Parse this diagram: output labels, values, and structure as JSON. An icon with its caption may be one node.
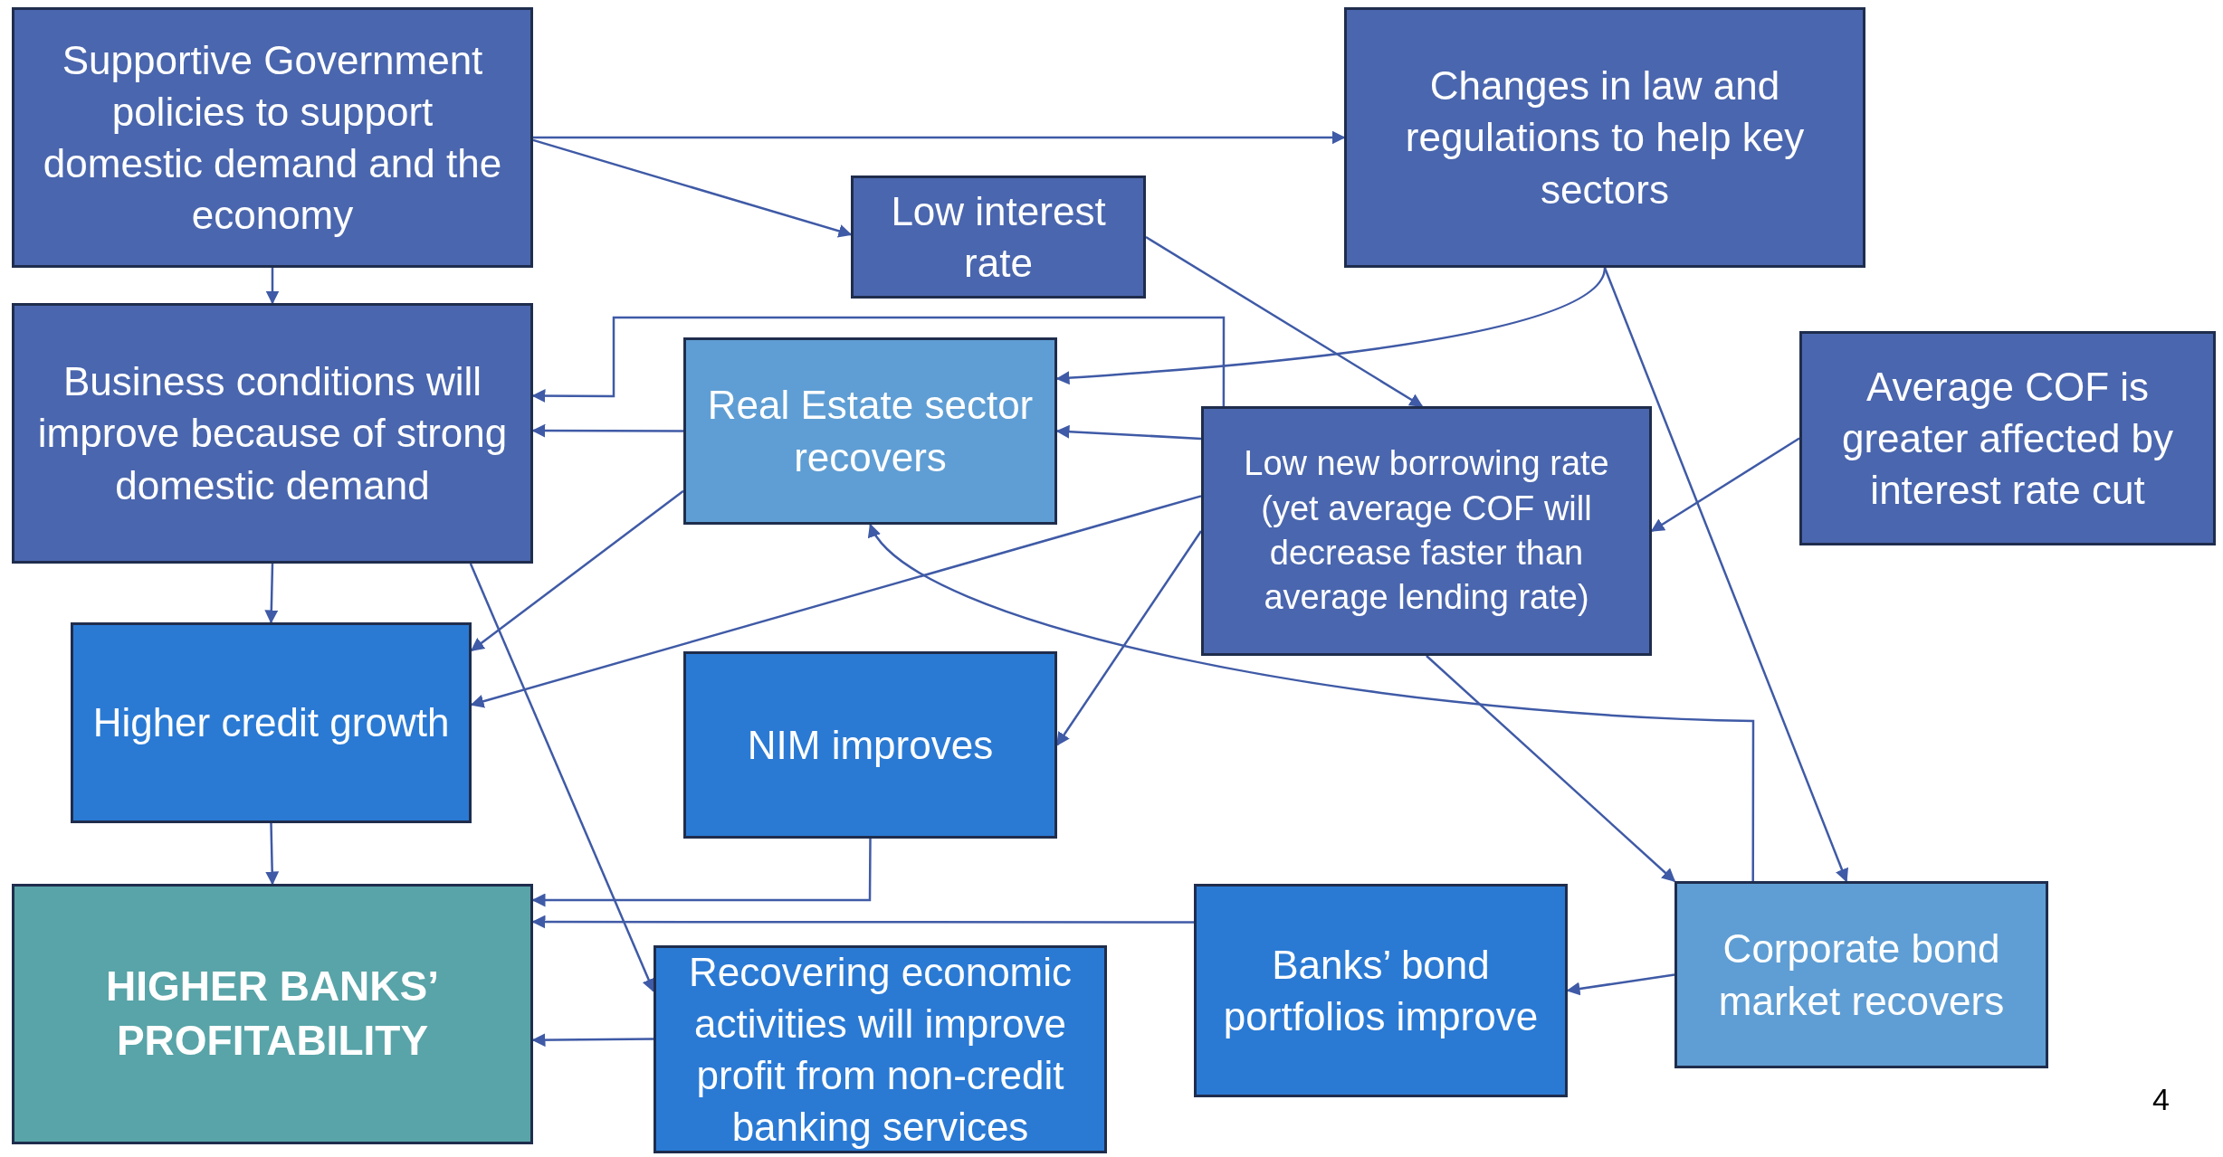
{
  "diagram": {
    "nodes": [
      {
        "text": [
          "Supportive Government policies to support domestic demand and the economy"
        ]
      },
      {
        "text": [
          "Changes in law and regulations to help key sectors"
        ]
      },
      {
        "text": [
          "Low interest rate"
        ]
      },
      {
        "text": [
          "Business conditions will improve because of strong domestic demand"
        ]
      },
      {
        "text": [
          "Real Estate sector recovers"
        ]
      },
      {
        "text": [
          "Low new borrowing rate (yet average COF will decrease faster than average lending rate)"
        ]
      },
      {
        "text": [
          "Average COF is greater affected by interest rate cut"
        ]
      },
      {
        "text": [
          "Higher credit growth"
        ]
      },
      {
        "text": [
          "NIM improves"
        ]
      },
      {
        "text": [
          "HIGHER BANKS’ PROFITABILITY"
        ]
      },
      {
        "text": [
          "Recovering economic activities will improve profit from non-credit banking services"
        ]
      },
      {
        "text": [
          "Banks’ bond portfolios improve"
        ]
      },
      {
        "text": [
          "Corporate bond market recovers"
        ]
      }
    ],
    "edges": [
      {
        "from": 0,
        "to": 1,
        "arrow": "to"
      },
      {
        "from": 0,
        "to": 2,
        "arrow": "to"
      },
      {
        "from": 0,
        "to": 3,
        "arrow": "to"
      },
      {
        "from": 2,
        "to": 5,
        "arrow": "to"
      },
      {
        "from": 1,
        "to": 4,
        "arrow": "to"
      },
      {
        "from": 1,
        "to": 12,
        "arrow": "to"
      },
      {
        "from": 5,
        "to": 3,
        "arrow": "to"
      },
      {
        "from": 4,
        "to": 3,
        "arrow": "to"
      },
      {
        "from": 5,
        "to": 4,
        "arrow": "to"
      },
      {
        "from": 6,
        "to": 5,
        "arrow": "to"
      },
      {
        "from": 3,
        "to": 7,
        "arrow": "to"
      },
      {
        "from": 4,
        "to": 7,
        "arrow": "to"
      },
      {
        "from": 5,
        "to": 7,
        "arrow": "to"
      },
      {
        "from": 5,
        "to": 8,
        "arrow": "to"
      },
      {
        "from": 3,
        "to": 10,
        "arrow": "to"
      },
      {
        "from": 12,
        "to": 4,
        "arrow": "to"
      },
      {
        "from": 5,
        "to": 12,
        "arrow": "to"
      },
      {
        "from": 7,
        "to": 9,
        "arrow": "to"
      },
      {
        "from": 8,
        "to": 9,
        "arrow": "to"
      },
      {
        "from": 11,
        "to": 9,
        "arrow": "to"
      },
      {
        "from": 10,
        "to": 9,
        "arrow": "to"
      },
      {
        "from": 12,
        "to": 11,
        "arrow": "to"
      }
    ],
    "labels": [
      "4"
    ]
  }
}
